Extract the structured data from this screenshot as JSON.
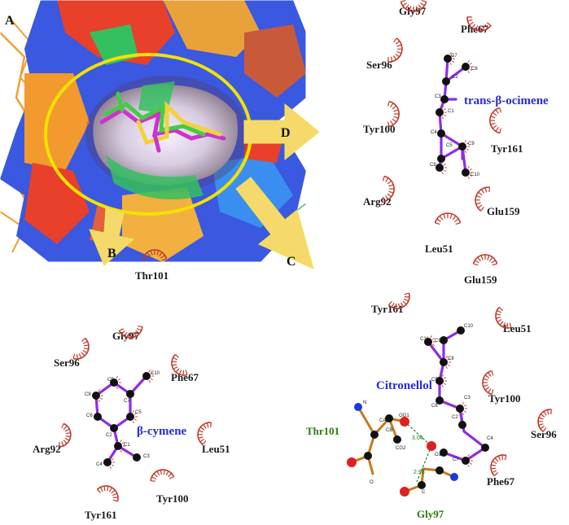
{
  "panels": {
    "A": "A",
    "B": "B",
    "C": "C",
    "D": "D"
  },
  "colors": {
    "bond": "#8e2de2",
    "hydrophobic": "#c0392b",
    "hbond": "#1a8a1a",
    "ligand_label": "#2a2ad8",
    "hbond_residue": "#2a7a10",
    "arrow": "#f6d96b",
    "ellipse": "#f2e200"
  },
  "panel_d": {
    "ligand": "trans-β-ocimene",
    "residues": [
      "Gly97",
      "Phe67",
      "Ser96",
      "Tyr100",
      "Tyr161",
      "Arg92",
      "Glu159",
      "Leu51"
    ],
    "atoms": [
      "C7",
      "C6",
      "C2",
      "C3",
      "C1",
      "C4",
      "C5",
      "C9",
      "C8",
      "C10"
    ]
  },
  "panel_b": {
    "ligand": "β-cymene",
    "residues": [
      "Thr101",
      "Gly97",
      "Ser96",
      "Phe67",
      "Arg92",
      "Leu51",
      "Tyr100",
      "Tyr161"
    ],
    "atoms": [
      "C10",
      "C9",
      "C8",
      "C7",
      "C6",
      "C5",
      "C2",
      "C1",
      "C3",
      "C4"
    ]
  },
  "panel_c": {
    "ligand": "Citronellol",
    "residues": [
      "Glu159",
      "Tyr161",
      "Leu51",
      "Tyr100",
      "Ser96",
      "Phe67"
    ],
    "hbond_residues": [
      "Thr101",
      "Gly97"
    ],
    "atoms": [
      "C10",
      "C11",
      "C9",
      "C8",
      "C5",
      "C6",
      "C3",
      "C2",
      "C4",
      "O1",
      "C7",
      "N",
      "CA",
      "OG1",
      "CB",
      "CG2",
      "C",
      "O"
    ],
    "distances": [
      "3.04",
      "2.98"
    ]
  }
}
